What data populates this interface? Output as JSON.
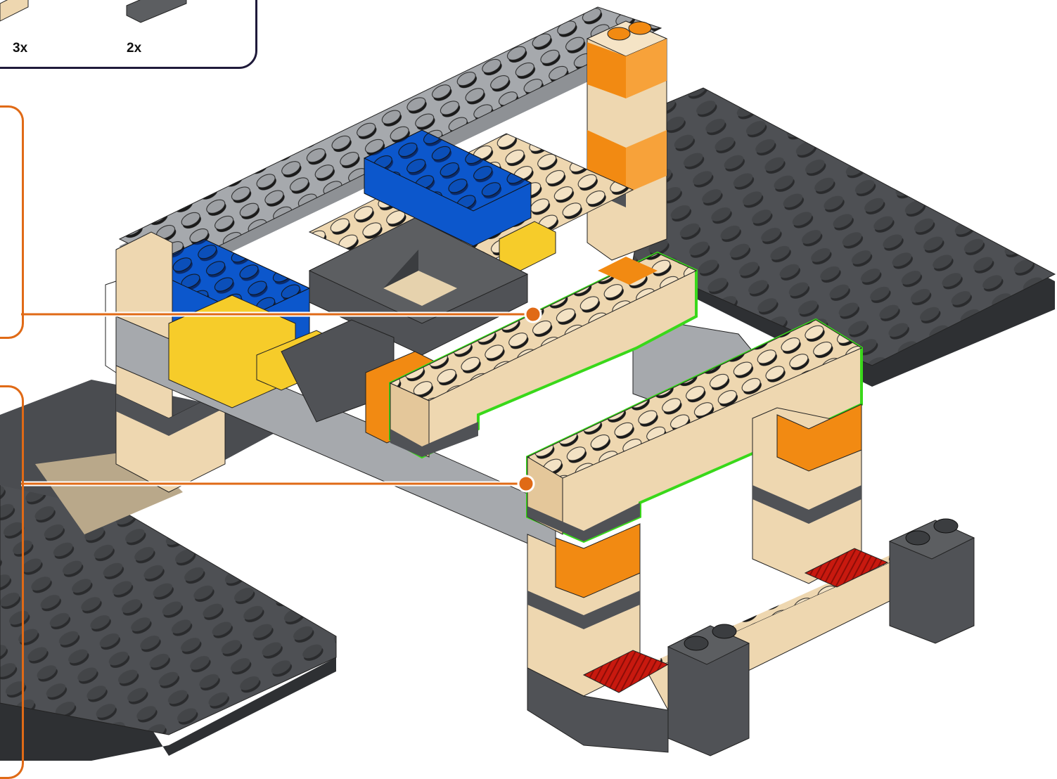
{
  "parts_list": {
    "items": [
      {
        "name": "tan-brick-part",
        "color": "#eed7b0",
        "quantity": "3x"
      },
      {
        "name": "dark-gray-plate-part",
        "color": "#5c5e61",
        "quantity": "2x"
      }
    ]
  },
  "colors": {
    "tan": "#eed7b0",
    "dark_gray": "#505256",
    "light_gray": "#a6a9ad",
    "blue": "#0c57cc",
    "orange": "#f28a12",
    "yellow": "#f6cc2a",
    "red": "#c8190f",
    "highlight": "#39d81a",
    "callout": "#e06a16",
    "frame": "#1f1a3a"
  },
  "callouts": [
    {
      "name": "callout-upper",
      "target": "upper-highlighted-brick"
    },
    {
      "name": "callout-lower",
      "target": "lower-highlighted-brick"
    }
  ]
}
